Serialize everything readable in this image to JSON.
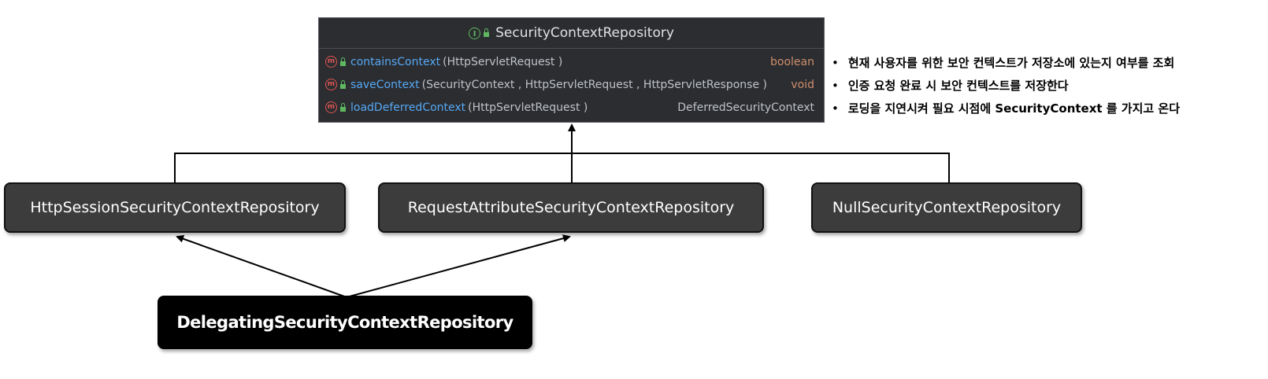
{
  "interface": {
    "name": "SecurityContextRepository",
    "methods": [
      {
        "name": "containsContext",
        "params": "(HttpServletRequest )",
        "return": "boolean"
      },
      {
        "name": "saveContext",
        "params": "(SecurityContext , HttpServletRequest , HttpServletResponse )",
        "return": "void"
      },
      {
        "name": "loadDeferredContext",
        "params": "(HttpServletRequest )",
        "return": "DeferredSecurityContext"
      }
    ]
  },
  "notes": [
    "현재 사용자를 위한 보안 컨텍스트가 저장소에 있는지 여부를 조회",
    "인증 요청 완료 시 보안 컨텍스트를 저장한다",
    "로딩을 지연시켜 필요 시점에 SecurityContext 를 가지고 온다"
  ],
  "implementations": {
    "http_session": "HttpSessionSecurityContextRepository",
    "request_attribute": "RequestAttributeSecurityContextRepository",
    "null": "NullSecurityContextRepository"
  },
  "delegating": "DelegatingSecurityContextRepository",
  "colors": {
    "panel_bg": "#2b2d30",
    "method_name": "#57a8f5",
    "keyword": "#cf8e6d",
    "interface_icon": "#5fb760",
    "method_icon": "#e05555",
    "box_bg": "#3c3c3c",
    "delegating_bg": "#000000"
  },
  "icons": [
    "interface-icon",
    "method-icon",
    "public-lock-icon"
  ]
}
